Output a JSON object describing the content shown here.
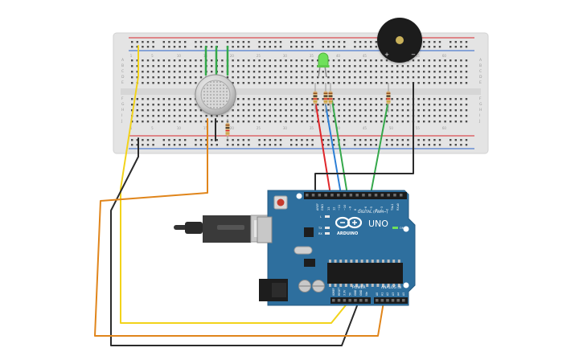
{
  "canvas": {
    "background": "#ffffff"
  },
  "breadboard": {
    "colors": {
      "body": "#e4e4e4",
      "hole": "#4a4a4a",
      "rail_red": "#d8262c",
      "rail_blue": "#2a62c9",
      "label": "#9a9a9a"
    },
    "row_letters_top": [
      "A",
      "B",
      "C",
      "D",
      "E"
    ],
    "row_letters_bottom": [
      "F",
      "G",
      "H",
      "I",
      "J"
    ],
    "column_numbers": [
      "1",
      "5",
      "10",
      "15",
      "20",
      "25",
      "30",
      "35",
      "40",
      "45",
      "50",
      "55",
      "60"
    ]
  },
  "components": {
    "gas_sensor": {
      "icon": "gas-sensor-icon",
      "color": "#c8c8c8"
    },
    "led": {
      "icon": "led-icon",
      "color": "#6fe05a"
    },
    "buzzer": {
      "icon": "piezo-buzzer-icon",
      "color": "#1c1c1c",
      "plus_label": "+",
      "minus_label": "−"
    },
    "resistor": {
      "icon": "resistor-icon",
      "body_color": "#d9b47a"
    },
    "usb_cable": {
      "icon": "usb-cable-icon"
    }
  },
  "arduino": {
    "board_color": "#2e6f9e",
    "model_label": "UNO",
    "brand_label": "ARDUINO",
    "digital_label": "DIGITAL (PWM~)",
    "power_label": "POWER",
    "analog_label": "ANALOG IN",
    "tx_label": "TX",
    "rx_label": "RX",
    "l_label": "L",
    "on_label": "ON",
    "aref_label": "AREF",
    "gnd_label": "GND",
    "digital_pin_labels": [
      "13",
      "12",
      "~11",
      "~10",
      "~9",
      "8",
      "7",
      "~6",
      "~5",
      "4",
      "~3",
      "2",
      "TX▸1",
      "RX◂0"
    ],
    "power_pin_labels": [
      "IOREF",
      "RESET",
      "3.3V",
      "5V",
      "GND",
      "GND",
      "Vin"
    ],
    "analog_pin_labels": [
      "A0",
      "A1",
      "A2",
      "A3",
      "A4",
      "A5"
    ]
  },
  "wires": {
    "colors": {
      "yellow": "#f2d31b",
      "orange": "#e0851b",
      "black": "#2b2b2b",
      "red": "#e0262a",
      "blue": "#2c7fd6",
      "green": "#34a84a"
    }
  }
}
